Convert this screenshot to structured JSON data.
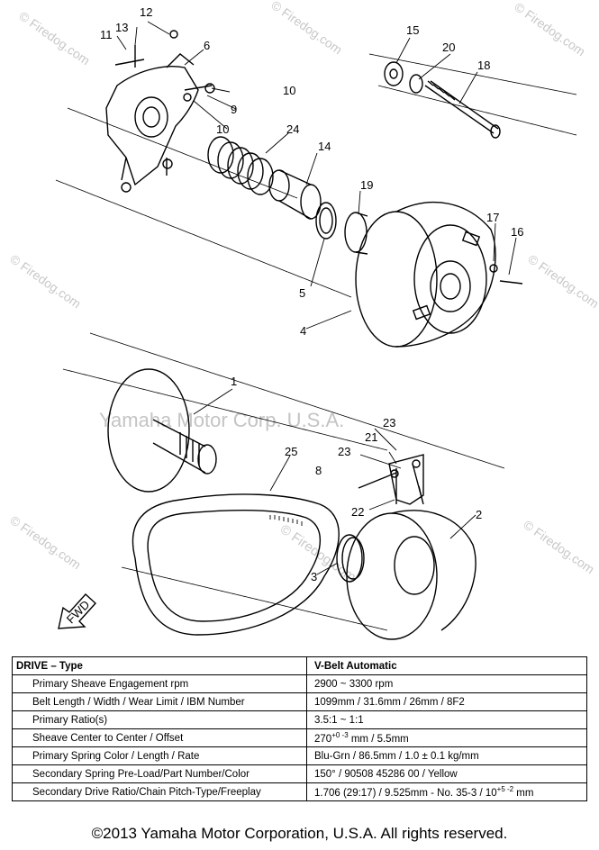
{
  "watermark": {
    "site": "© Firedog.com",
    "corp": "Yamaha Motor Corp. U.S.A."
  },
  "callouts": [
    "1",
    "2",
    "3",
    "4",
    "5",
    "6",
    "8",
    "9",
    "10",
    "10",
    "11",
    "12",
    "13",
    "14",
    "15",
    "16",
    "17",
    "18",
    "19",
    "20",
    "21",
    "22",
    "23",
    "23",
    "24",
    "25"
  ],
  "fwd_label": "FWD",
  "spec_table": {
    "header": {
      "param": "DRIVE – Type",
      "value": "V-Belt Automatic"
    },
    "rows": [
      {
        "param": "Primary Sheave Engagement rpm",
        "value": "2900 ~ 3300 rpm"
      },
      {
        "param": "Belt Length / Width / Wear Limit / IBM Number",
        "value": "1099mm / 31.6mm / 26mm / 8F2"
      },
      {
        "param": "Primary Ratio(s)",
        "value": "3.5:1 ~ 1:1"
      },
      {
        "param": "Sheave Center to Center / Offset",
        "value": "270",
        "sup": "+0 -3",
        "value_suffix": " mm / 5.5mm"
      },
      {
        "param": "Primary Spring Color / Length / Rate",
        "value": "Blu-Grn / 86.5mm / 1.0 ± 0.1 kg/mm"
      },
      {
        "param": "Secondary Spring Pre-Load/Part Number/Color",
        "value": "150° / 90508 45286 00 / Yellow"
      },
      {
        "param": "Secondary Drive Ratio/Chain Pitch-Type/Freeplay",
        "value": "1.706 (29:17) / 9.525mm - No. 35-3 / 10",
        "sup": "+5 -2",
        "value_suffix": " mm"
      }
    ]
  },
  "copyright": "©2013 Yamaha Motor Corporation, U.S.A. All rights reserved."
}
